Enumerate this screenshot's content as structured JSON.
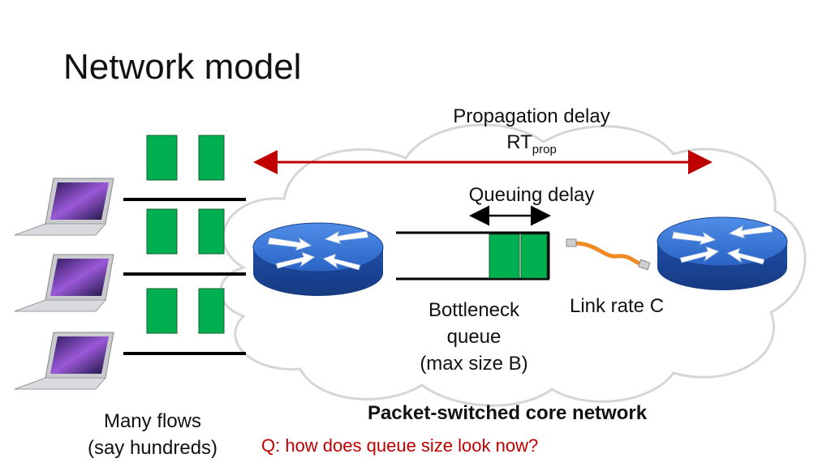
{
  "slide": {
    "title": "Network model",
    "propagation": {
      "label": "Propagation delay",
      "symbol": "RT",
      "subscript": "prop"
    },
    "queuing_delay": "Queuing delay",
    "bottleneck": {
      "line1": "Bottleneck",
      "line2": "queue",
      "line3": "(max size B)"
    },
    "link_rate": "Link rate C",
    "core_network": "Packet-switched core network",
    "flows": {
      "line1": "Many flows",
      "line2": "(say hundreds)"
    },
    "question": "Q: how does queue size look now?"
  },
  "colors": {
    "accent_red": "#c00000",
    "packet_green": "#00b050",
    "router_blue": "#2e6fd0",
    "cloud_edge": "#d9d9d9"
  },
  "icons": [
    "laptop-icon",
    "router-icon",
    "cable-icon",
    "cloud-icon"
  ]
}
